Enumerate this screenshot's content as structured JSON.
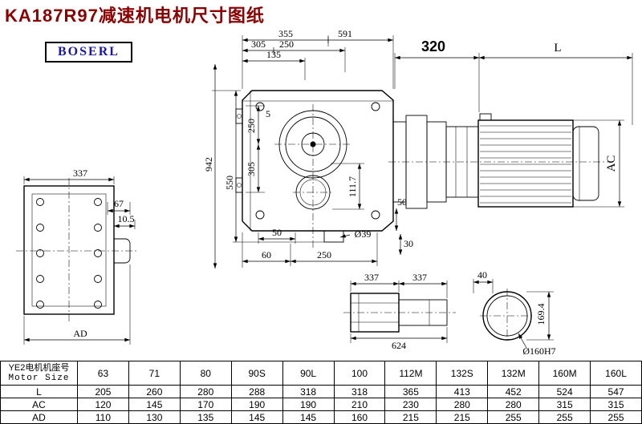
{
  "title": "KA187R97减速机电机尺寸图纸",
  "logo": "BOSERL",
  "colors": {
    "title": "#8b0000",
    "logo_text": "#1818a8",
    "line": "#000000"
  },
  "dims": {
    "top_355": "355",
    "top_591": "591",
    "top_305": "305",
    "top_250": "250",
    "top_135": "135",
    "left_942": "942",
    "left_550": "550",
    "left_250": "250",
    "left_305": "305",
    "left_5": "5",
    "mid_111_7": "111.7",
    "bottom_50": "50",
    "bottom_60": "60",
    "bottom_250": "250",
    "bottom_dia39": "Ø39",
    "right_30": "30",
    "right_50": "50",
    "motor_320": "320",
    "motor_L": "L",
    "motor_AC": "AC",
    "side_337": "337",
    "side_67": "67",
    "side_10_5": "10.5",
    "side_AD": "AD",
    "shaft_337_left": "337",
    "shaft_337_right": "337",
    "shaft_624": "624",
    "hub_40": "40",
    "hub_169_4": "169.4",
    "hub_dia": "Ø160H7"
  },
  "table": {
    "header": {
      "line1": "YE2电机机座号",
      "line2": "Motor Size"
    },
    "sizes": [
      "63",
      "71",
      "80",
      "90S",
      "90L",
      "100",
      "112M",
      "132S",
      "132M",
      "160M",
      "160L"
    ],
    "rows": [
      {
        "label": "L",
        "values": [
          "205",
          "260",
          "280",
          "288",
          "318",
          "318",
          "365",
          "413",
          "452",
          "524",
          "547"
        ]
      },
      {
        "label": "AC",
        "values": [
          "120",
          "145",
          "170",
          "190",
          "190",
          "210",
          "230",
          "280",
          "280",
          "315",
          "315"
        ]
      },
      {
        "label": "AD",
        "values": [
          "110",
          "130",
          "135",
          "145",
          "145",
          "160",
          "215",
          "215",
          "255",
          "255",
          "255"
        ]
      }
    ]
  }
}
